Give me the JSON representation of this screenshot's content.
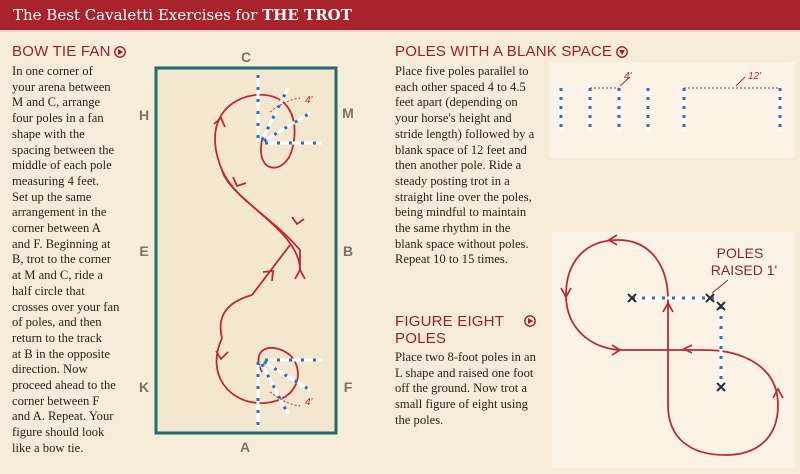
{
  "banner": {
    "prefix": "The Best Cavaletti Exercises for ",
    "emphasis": "THE TROT"
  },
  "bow_tie": {
    "heading": "BOW TIE FAN",
    "lines": [
      "In one corner of",
      "your arena between",
      "M and C, arrange",
      "four poles in a fan",
      "shape with the",
      "spacing between the",
      "middle of each pole",
      "measuring 4 feet.",
      "Set up the same",
      "arrangement in the",
      "corner between A",
      "and F. Beginning at",
      "B, trot to the corner",
      "at M and C, ride a",
      "half circle that",
      "crosses over your fan",
      "of poles, and then",
      "return to the track",
      "at B in the opposite",
      "direction. Now",
      "proceed ahead to the",
      "corner between F",
      "and A. Repeat. Your",
      "figure should look",
      "like a bow tie."
    ]
  },
  "arena": {
    "letters": {
      "C": "C",
      "A": "A",
      "H": "H",
      "M": "M",
      "E": "E",
      "B": "B",
      "K": "K",
      "F": "F"
    },
    "top_spacing": "4'",
    "bottom_spacing": "4'"
  },
  "blank_space": {
    "heading": "POLES WITH A BLANK SPACE",
    "lines": [
      "Place five poles parallel to",
      "each other spaced 4 to 4.5",
      "feet apart (depending on",
      "your horse's height and",
      "stride length) followed by a",
      "blank space of 12 feet and",
      "then another pole. Ride a",
      "steady posting trot in a",
      "straight line over the poles,",
      "being mindful to maintain",
      "the same rhythm in the",
      "blank space without poles.",
      "Repeat 10 to  15 times."
    ],
    "spacing_label": "4'",
    "gap_label": "12'"
  },
  "figure_eight": {
    "heading_line1": "FIGURE EIGHT",
    "heading_line2": "POLES",
    "lines": [
      "Place two 8-foot poles in an",
      "L shape and raised one foot",
      "off the ground. Now trot a",
      "small figure of eight using",
      "the poles."
    ],
    "callout_line1": "POLES",
    "callout_line2": "RAISED 1'"
  },
  "colors": {
    "banner": "#a8232b",
    "accent": "#9e1f2a",
    "arena_border": "#1f6b6e",
    "pole_blue": "#2a6fd0",
    "panel": "#faf3e6",
    "background": "#f6ecd7"
  },
  "icons": {
    "bow_tie_arrow": "triangle-right-icon",
    "blank_space_arrow": "triangle-down-icon",
    "figure_eight_arrow": "triangle-right-icon"
  }
}
